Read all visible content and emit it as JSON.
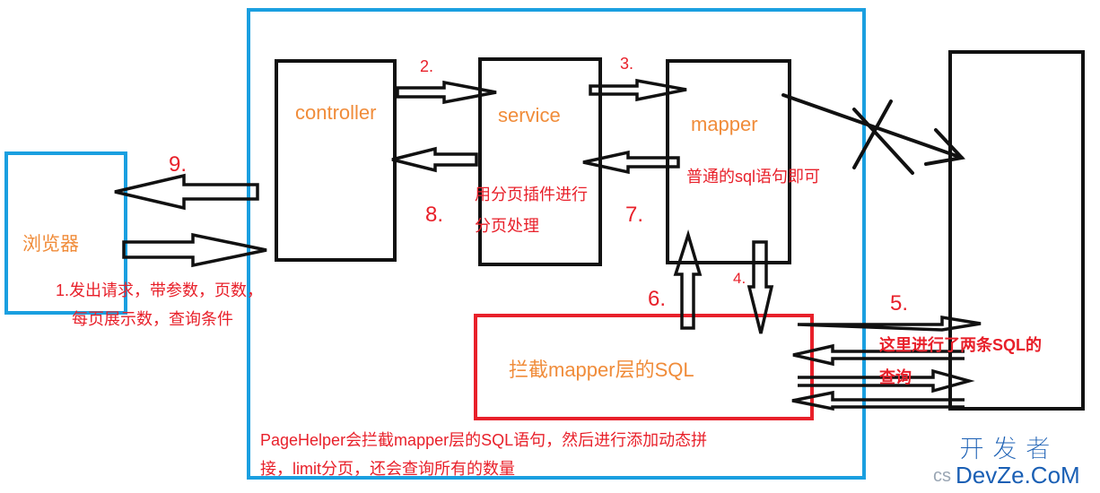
{
  "colors": {
    "outer_frame": "#1a9fe0",
    "browser_box": "#1a9fe0",
    "interceptor_box": "#e8202a",
    "box_stroke": "#111111",
    "orange_label": "#f08c3a",
    "red_label": "#e8202a",
    "watermark_blue": "#1a5fb4"
  },
  "nodes": {
    "browser": "浏览器",
    "controller": "controller",
    "service": "service",
    "mapper": "mapper",
    "interceptor": "拦截mapper层的SQL"
  },
  "steps": {
    "s1_line1": "1.发出请求，带参数，页数，",
    "s1_line2": "每页展示数，查询条件",
    "s2": "2.",
    "s3": "3.",
    "s4": "4.",
    "s5": "5.",
    "s6": "6.",
    "s7": "7.",
    "s8": "8.",
    "s9": "9."
  },
  "notes": {
    "service_line1": "用分页插件进行",
    "service_line2": "分页处理",
    "mapper": "普通的sql语句即可",
    "db_line1": "这里进行了两条SQL的",
    "db_line2": "查询",
    "footer_line1": "PageHelper会拦截mapper层的SQL语句，然后进行添加动态拼",
    "footer_line2": "接，limit分页，还会查询所有的数量"
  },
  "watermark": {
    "top": "开 发 者",
    "prefix": "cs",
    "bottom": "DevZe.CoM"
  }
}
